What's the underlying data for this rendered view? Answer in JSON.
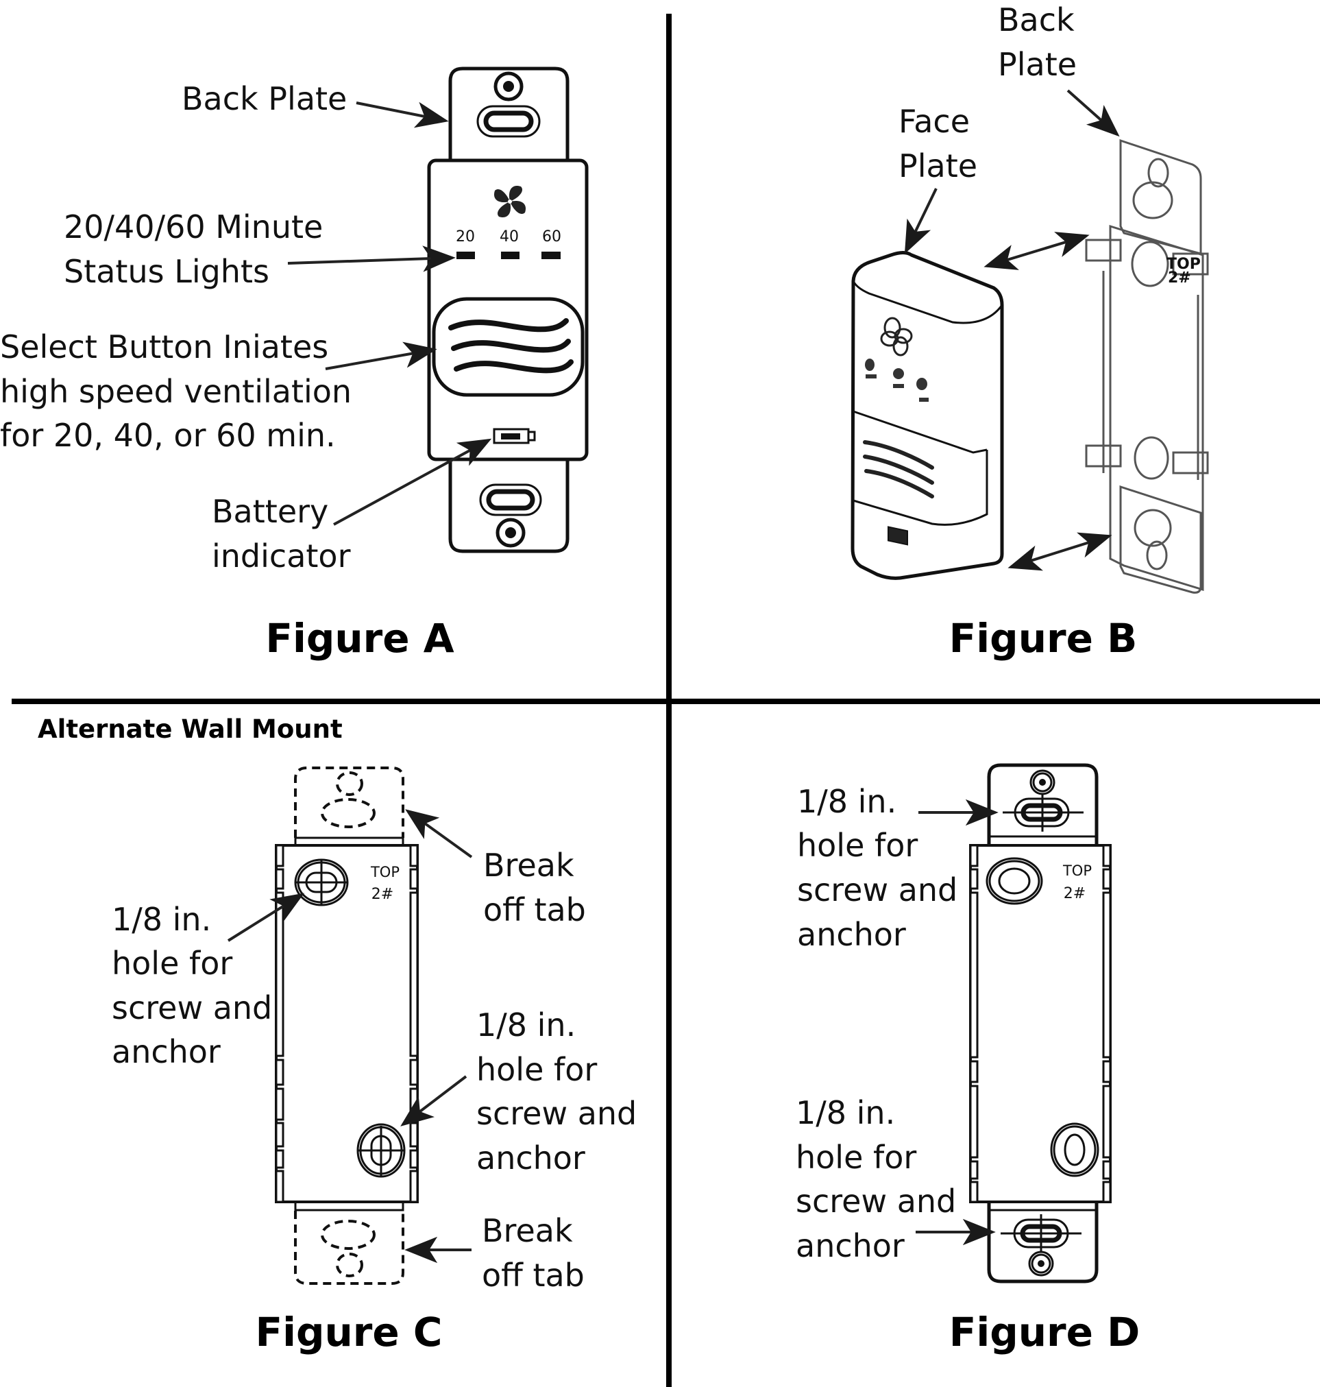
{
  "colors": {
    "ink": "#111111",
    "background": "#ffffff",
    "divider": "#000000"
  },
  "figure_a": {
    "title": "Figure A",
    "labels": {
      "back_plate": "Back Plate",
      "status_lights": [
        "20/40/60 Minute",
        "Status Lights"
      ],
      "select_button": [
        "Select Button Iniates",
        "high speed ventilation",
        "for 20, 40, or 60 min."
      ],
      "battery": [
        "Battery",
        "indicator"
      ]
    },
    "status_light_values": [
      "20",
      "40",
      "60"
    ],
    "icons": [
      "fan-icon",
      "wave-lines-icon",
      "battery-icon"
    ]
  },
  "figure_b": {
    "title": "Figure B",
    "labels": {
      "back_plate": [
        "Back",
        "Plate"
      ],
      "face_plate": [
        "Face",
        "Plate"
      ]
    }
  },
  "figure_c": {
    "section_title": "Alternate Wall Mount",
    "title": "Figure C",
    "plate_marking": [
      "TOP",
      "2#"
    ],
    "labels": {
      "upper_hole": [
        "1/8 in.",
        "hole for",
        "screw and",
        "anchor"
      ],
      "lower_hole": [
        "1/8 in.",
        "hole for",
        "screw and",
        "anchor"
      ],
      "top_tab": [
        "Break",
        "off tab"
      ],
      "bottom_tab": [
        "Break",
        "off tab"
      ]
    }
  },
  "figure_d": {
    "title": "Figure D",
    "plate_marking": [
      "TOP",
      "2#"
    ],
    "labels": {
      "top_hole": [
        "1/8 in.",
        "hole for",
        "screw and",
        "anchor"
      ],
      "bottom_hole": [
        "1/8 in.",
        "hole for",
        "screw and",
        "anchor"
      ]
    }
  }
}
